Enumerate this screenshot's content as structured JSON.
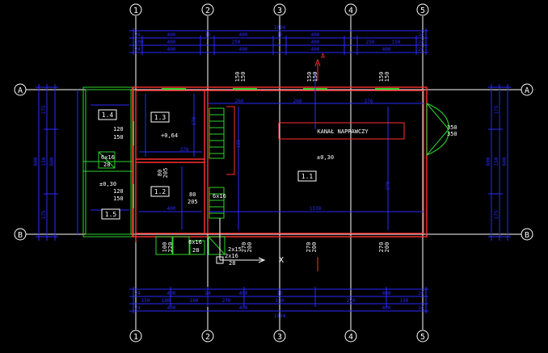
{
  "colors": {
    "background": "#000000",
    "grid": "#ffffff",
    "dimension": "#2a2aff",
    "wall": "#ff3030",
    "window": "#2bd42b",
    "label": "#ffffff",
    "axis_marker": "#ff3030"
  },
  "grid_axes": {
    "vertical": [
      "1",
      "2",
      "3",
      "4",
      "5"
    ],
    "horizontal": [
      "A",
      "B"
    ]
  },
  "rooms": [
    {
      "id": "1.1",
      "label": "1.1"
    },
    {
      "id": "1.2",
      "label": "1.2"
    },
    {
      "id": "1.3",
      "label": "1.3"
    },
    {
      "id": "1.4",
      "label": "1.4"
    },
    {
      "id": "1.5",
      "label": "1.5"
    }
  ],
  "texts": {
    "kanal": "KANAŁ  NAPRAWCZY",
    "level_main": "±0,30",
    "level_13": "+0,64",
    "level_left": "±0,30",
    "door_120_150_a_top": "120",
    "door_120_150_a_bot": "150",
    "door_120_150_b_top": "120",
    "door_120_150_b_bot": "150",
    "door_80_205_a_top": "80",
    "door_80_205_a_bot": "205",
    "door_80_205_b_top": "80",
    "door_80_205_b_bot": "205",
    "gate_top": "350",
    "gate_bot": "350",
    "v_270_200_a": "270",
    "v_200_a": "200",
    "v_270_200_b": "270",
    "v_200_b": "200",
    "v_270_200_c": "270",
    "v_200_c": "200",
    "win_150_a": "150",
    "win_150_b": "150",
    "win_150_c": "150",
    "win_150_d": "150",
    "v_100": "100",
    "v_220": "220",
    "duct_a": "6x16",
    "duct_a2": "28",
    "duct_b": "6x16",
    "duct_b2": "28",
    "duct_c": "6x16",
    "duct_c2": "28",
    "stair_a": "2x15",
    "stair_b": "2x16",
    "stair_c": "28",
    "x_marker": "X",
    "y_marker": "A",
    "total_top": "1094",
    "total_bot": "1094",
    "dim_top_row1": [
      "24",
      "400",
      "10",
      "400",
      "10",
      "400",
      "24"
    ],
    "dim_top_row2": [
      "100",
      "400",
      "250",
      "400",
      "250",
      "150",
      "24"
    ],
    "dim_bot_row1": [
      "24",
      "400",
      "24",
      "400",
      "10",
      "400",
      "24"
    ],
    "dim_bot_row2": [
      "150",
      "180",
      "100",
      "270",
      "180",
      "270",
      "150"
    ],
    "dim_bot_row3": [
      "24",
      "400",
      "24",
      "400",
      "24"
    ],
    "dim_left": [
      "24",
      "175",
      "150",
      "175",
      "24"
    ],
    "dim_left2": [
      "600"
    ],
    "dim_right": [
      "24",
      "175",
      "150",
      "175",
      "24"
    ],
    "dim_right2": [
      "600"
    ],
    "inner_1338": "1338",
    "inner_260": "260",
    "inner_268": "268",
    "inner_170": "170",
    "inner_185": "185",
    "inner_278": "278",
    "inner_370": "370",
    "inner_276": "276",
    "inner_130": "130",
    "inner_400": "400"
  }
}
